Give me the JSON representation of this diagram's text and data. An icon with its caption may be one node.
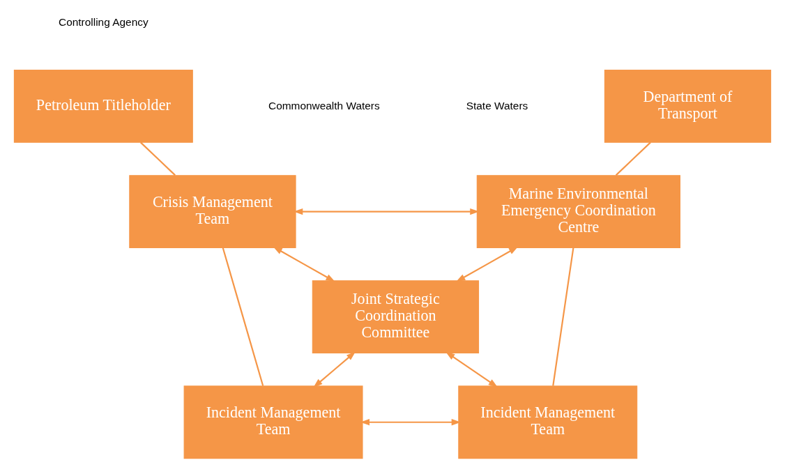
{
  "diagram": {
    "nodes": [
      {
        "text": [
          "Petroleum Titleholder"
        ]
      },
      {
        "text": [
          "Department of Transport"
        ]
      },
      {
        "text": [
          "Crisis Management Team"
        ]
      },
      {
        "text": [
          "Marine Environmental Emergency Coordination Centre"
        ]
      },
      {
        "text": [
          "Joint Strategic Coordination Committee"
        ]
      },
      {
        "text": [
          "Incident Management Team"
        ]
      },
      {
        "text": [
          "Incident Management Team"
        ]
      }
    ],
    "edges": [
      {
        "from": 0,
        "to": 2,
        "arrow": "none"
      },
      {
        "from": 1,
        "to": 3,
        "arrow": "none"
      },
      {
        "from": 2,
        "to": 3,
        "arrow": "both"
      },
      {
        "from": 2,
        "to": 4,
        "arrow": "both"
      },
      {
        "from": 4,
        "to": 3,
        "arrow": "both"
      },
      {
        "from": 2,
        "to": 5,
        "arrow": "none"
      },
      {
        "from": 3,
        "to": 6,
        "arrow": "none"
      },
      {
        "from": 4,
        "to": 5,
        "arrow": "both"
      },
      {
        "from": 4,
        "to": 6,
        "arrow": "both"
      },
      {
        "from": 5,
        "to": 6,
        "arrow": "both"
      }
    ],
    "labels": [
      "Controlling Agency",
      "Commonwealth Waters",
      "State Waters"
    ]
  }
}
